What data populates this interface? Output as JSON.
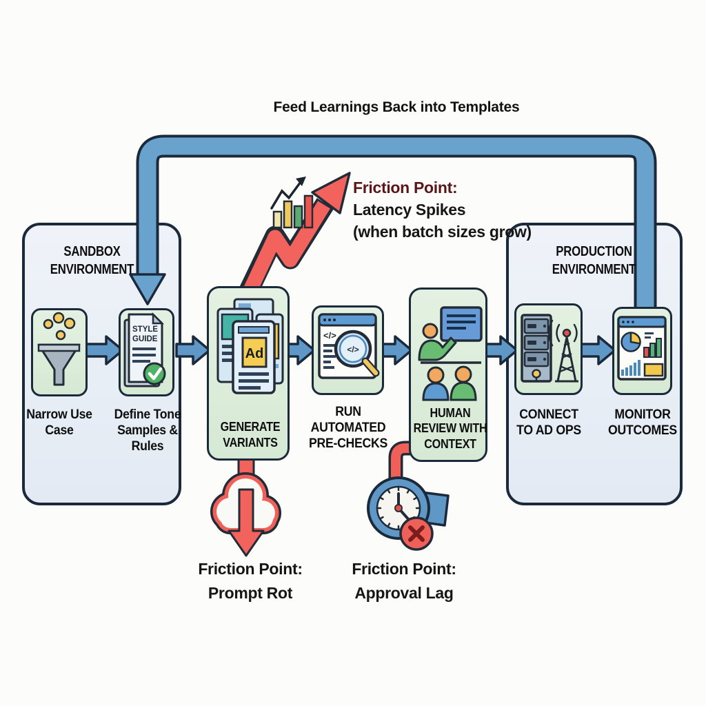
{
  "feedback": {
    "label": "Feed Learnings Back into Templates",
    "icon": "feedback-loop-pipe-arrow"
  },
  "sandbox": {
    "title": "SANDBOX ENVIRONMENT",
    "steps": [
      {
        "label": "Narrow Use Case",
        "icon": "funnel-icon"
      },
      {
        "label": "Define Tone Samples & Rules",
        "icon": "style-guide-doc-icon",
        "doc_lines": [
          "STYLE",
          "GUIDE"
        ]
      }
    ]
  },
  "pipeline": {
    "generate": {
      "label": "GENERATE VARIANTS",
      "icon": "ad-variant-cards-icon",
      "ad_badge": "Ad"
    },
    "prechecks": {
      "label": "RUN AUTOMATED PRE-CHECKS",
      "icon": "code-scan-magnifier-icon",
      "code_glyph": "</>",
      "magnifier_glyph": "</>"
    },
    "review": {
      "label": "HUMAN REVIEW WITH CONTEXT",
      "icon": "presentation-people-icon"
    }
  },
  "production": {
    "title": "PRODUCTION ENVIRONMENT",
    "steps": [
      {
        "label": "CONNECT TO AD OPS",
        "icon": "server-antenna-icon"
      },
      {
        "label": "MONITOR OUTCOMES",
        "icon": "dashboard-metrics-icon"
      }
    ]
  },
  "friction": {
    "latency": {
      "heading": "Friction Point:",
      "line1": "Latency Spikes",
      "line2": "(when batch sizes grow)",
      "icon": "rising-spike-arrow-icon"
    },
    "prompt_rot": {
      "heading": "Friction Point:",
      "line1": "Prompt Rot",
      "icon": "decay-cloud-arrow-icon"
    },
    "approval_lag": {
      "heading": "Friction Point:",
      "line1": "Approval Lag",
      "icon": "clock-rejected-icon"
    }
  },
  "colors": {
    "outline": "#1b2a3b",
    "pipe_blue": "#6aa2ce",
    "arrow_blue": "#5f97c6",
    "friction_red": "#f2635d",
    "box_green": "#ddeeda",
    "env_fill": "#eaeff6",
    "heading_maroon": "#5a1717",
    "accent_yellow": "#f2c94c",
    "accent_teal": "#45b3a5",
    "accent_green": "#58b07a"
  }
}
